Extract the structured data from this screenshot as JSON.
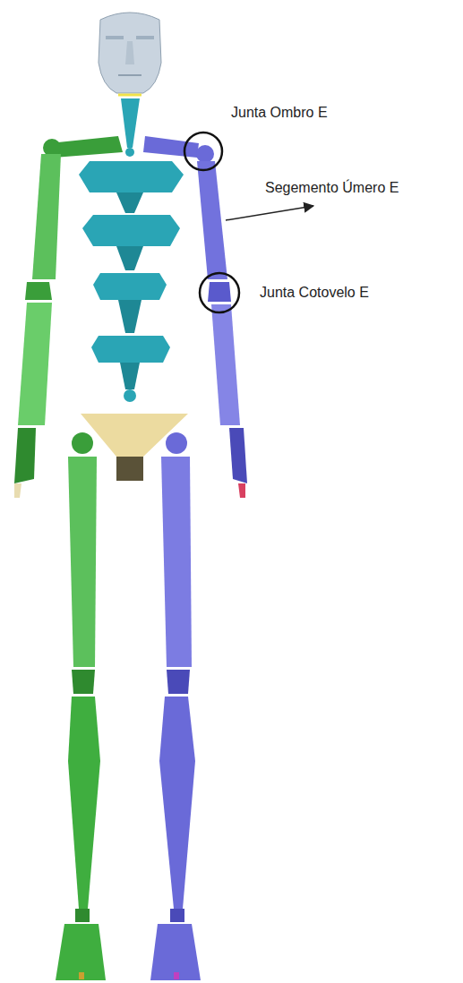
{
  "diagram": {
    "labels": [
      "Junta Ombro E",
      "Segemento Úmero E",
      "Junta Cotovelo E"
    ]
  }
}
